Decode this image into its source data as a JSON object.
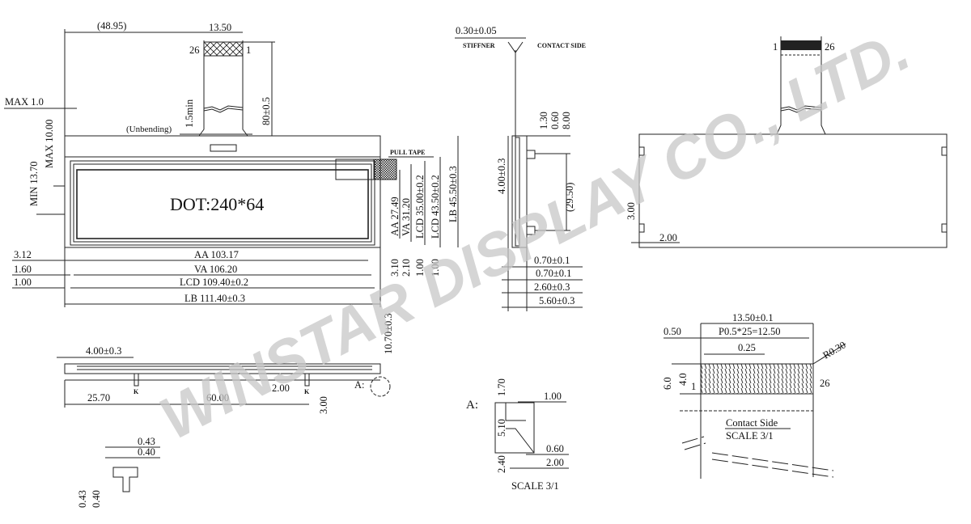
{
  "watermark": "WINSTAR DISPLAY CO., LTD.",
  "front_view": {
    "dim_48_95": "(48.95)",
    "dim_13_50": "13.50",
    "pin_26": "26",
    "pin_1": "1",
    "dim_80": "80±0.5",
    "dim_1_5min": "1.5min",
    "unbending": "(Unbending)",
    "max_1_0": "MAX 1.0",
    "max_10_00": "MAX 10.00",
    "min_13_70": "MIN 13.70",
    "pull_tape": "PULL TAPE",
    "dot": "DOT:240*64",
    "aa_h": "AA 27.49",
    "va_h": "VA 31.20",
    "lcd_h": "LCD 35.00±0.2",
    "lcd_h2": "LCD 43.50±0.2",
    "lb_h": "LB 45.50±0.3",
    "d3_12": "3.12",
    "d1_60": "1.60",
    "d1_00": "1.00",
    "aa_w": "AA 103.17",
    "va_w": "VA 106.20",
    "lcd_w": "LCD 109.40±0.2",
    "lb_w": "LB 111.40±0.3",
    "d3_10": "3.10",
    "d2_10": "2.10",
    "d1_00a": "1.00",
    "d1_00b": "1.00"
  },
  "side_view": {
    "thick": "0.30±0.05",
    "stiffner": "STIFFNER",
    "contact_side": "CONTACT SIDE",
    "d1_30": "1.30",
    "d0_60": "0.60",
    "d8_00": "8.00",
    "d4_00": "4.00±0.3",
    "d29_50": "(29.50)",
    "d0_70a": "0.70±0.1",
    "d0_70b": "0.70±0.1",
    "d2_60": "2.60±0.3",
    "d5_60": "5.60±0.3"
  },
  "rear_view": {
    "pin_1": "1",
    "pin_26": "26",
    "d3_00": "3.00",
    "d2_00": "2.00"
  },
  "bottom_view": {
    "d4_00": "4.00±0.3",
    "d10_70": "10.70±0.3",
    "d25_70": "25.70",
    "d60_00": "60.00",
    "d2_00": "2.00",
    "d3_00": "3.00",
    "a_ref": "A:",
    "k1": "K",
    "k2": "K",
    "d0_43": "0.43",
    "d0_40": "0.40",
    "d0_43v": "0.43",
    "d0_40v": "0.40"
  },
  "detail_a": {
    "label": "A:",
    "d1_70": "1.70",
    "d1_00": "1.00",
    "d5_10": "5.10",
    "d0_60": "0.60",
    "d2_00": "2.00",
    "d2_40": "2.40",
    "scale": "SCALE 3/1"
  },
  "contact_detail": {
    "d13_50": "13.50±0.1",
    "d0_50": "0.50",
    "pitch": "P0.5*25=12.50",
    "d0_25": "0.25",
    "r0_30": "R0.30",
    "d6_0": "6.0",
    "d4_0": "4.0",
    "pin_1": "1",
    "pin_26": "26",
    "title": "Contact Side",
    "scale": "SCALE 3/1"
  }
}
